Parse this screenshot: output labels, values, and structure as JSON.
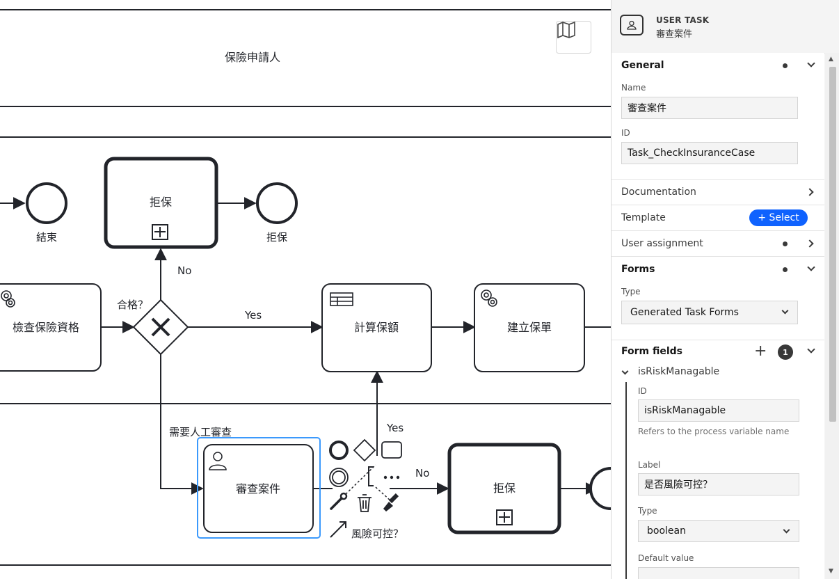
{
  "diagram": {
    "lanes": [
      "保險申請人"
    ],
    "nodes": {
      "end_1": "結束",
      "reject_top": "拒保",
      "end_reject": "拒保",
      "check_qualify": "檢查保險資格",
      "gateway_qualify": "合格？",
      "calc_amount": "計算保額",
      "create_policy": "建立保單",
      "review_case": "審查案件",
      "reject_bottom": "拒保",
      "risk_question": "風險可控？"
    },
    "flows": {
      "no_top": "No",
      "yes_mid": "Yes",
      "manual_review": "需要人工審查",
      "yes_bottom": "Yes",
      "no_bottom": "No"
    }
  },
  "panel": {
    "header": {
      "type": "USER TASK",
      "name": "審查案件"
    },
    "general": {
      "title": "General",
      "name_label": "Name",
      "name_value": "審查案件",
      "id_label": "ID",
      "id_value": "Task_CheckInsuranceCase"
    },
    "documentation": "Documentation",
    "template": {
      "title": "Template",
      "button": "+ Select"
    },
    "user_assignment": "User assignment",
    "forms": {
      "title": "Forms",
      "type_label": "Type",
      "type_value": "Generated Task Forms"
    },
    "form_fields": {
      "title": "Form fields",
      "count": "1",
      "field_name": "isRiskManagable",
      "id_label": "ID",
      "id_value": "isRiskManagable",
      "id_help": "Refers to the process variable name",
      "label_label": "Label",
      "label_value": "是否風險可控？",
      "type_label": "Type",
      "type_value": "boolean",
      "default_label": "Default value"
    }
  },
  "colors": {
    "selection": "#3b99fc",
    "primary_button": "#0f62fe",
    "stroke": "#22242a"
  }
}
